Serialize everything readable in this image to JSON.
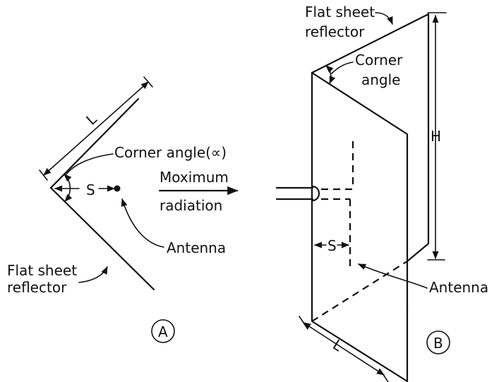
{
  "figure_a": {
    "dimension_L": "L",
    "corner_angle": "Corner angle(∝)",
    "spacing_S": "S",
    "max_radiation_line1": "Moximum",
    "max_radiation_line2": "radiation",
    "antenna": "Antenna",
    "reflector_line1": "Flat sheet",
    "reflector_line2": "reflector",
    "panel_label": "A"
  },
  "figure_b": {
    "reflector_line1": "Flat sheet",
    "reflector_line2": "reflector",
    "corner_line1": "Corner",
    "corner_line2": "angle",
    "dimension_H": "H",
    "spacing_S": "S",
    "antenna": "Antenna",
    "dimension_L": "L",
    "panel_label": "B"
  }
}
